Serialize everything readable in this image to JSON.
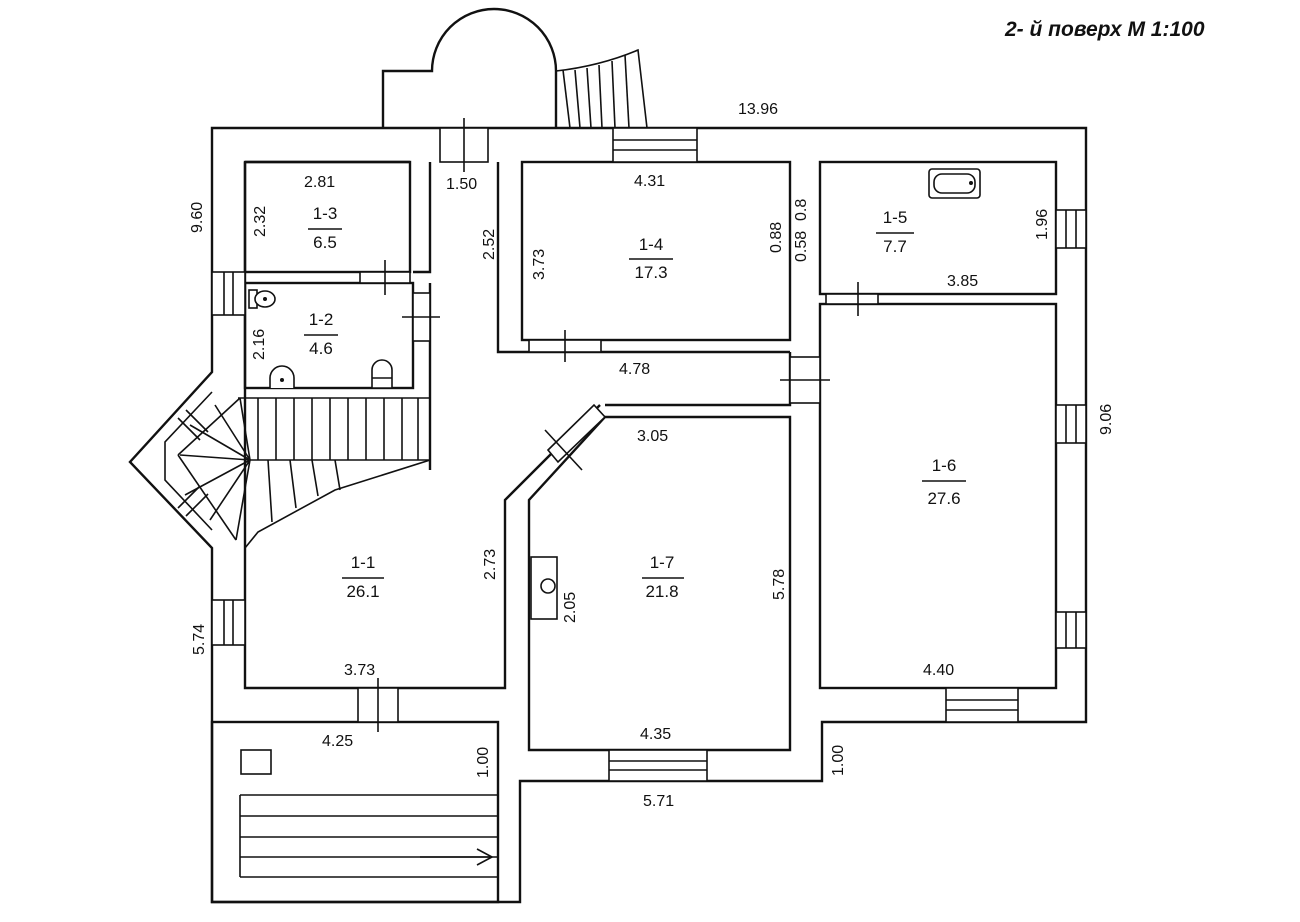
{
  "title": "2- й  поверх  М 1:100",
  "rooms": [
    {
      "id": "1-1",
      "area": "26.1"
    },
    {
      "id": "1-2",
      "area": "4.6"
    },
    {
      "id": "1-3",
      "area": "6.5"
    },
    {
      "id": "1-4",
      "area": "17.3"
    },
    {
      "id": "1-5",
      "area": "7.7"
    },
    {
      "id": "1-6",
      "area": "27.6"
    },
    {
      "id": "1-7",
      "area": "21.8"
    }
  ],
  "dimensions": {
    "overall_width": "13.96",
    "left_upper": "9.60",
    "left_lower": "5.74",
    "right_height": "9.06",
    "r13_width": "2.81",
    "r13_height": "2.32",
    "door_top": "1.50",
    "corridor": "2.52",
    "r14_width": "4.31",
    "r14_height": "3.73",
    "r14_small1": "0.88",
    "r14_small2": "0.58",
    "r14_small3": "0.8",
    "r15_height": "1.96",
    "r15_width": "3.85",
    "r12_height": "2.16",
    "hall_width": "4.78",
    "r17_top": "3.05",
    "r11_wall": "2.73",
    "r17_inner": "2.05",
    "r17_height": "5.78",
    "r11_width": "3.73",
    "r16_width": "4.40",
    "terrace_width": "4.25",
    "terrace_depth": "1.00",
    "r17_width": "4.35",
    "right_offset": "1.00",
    "bottom_width": "5.71"
  }
}
